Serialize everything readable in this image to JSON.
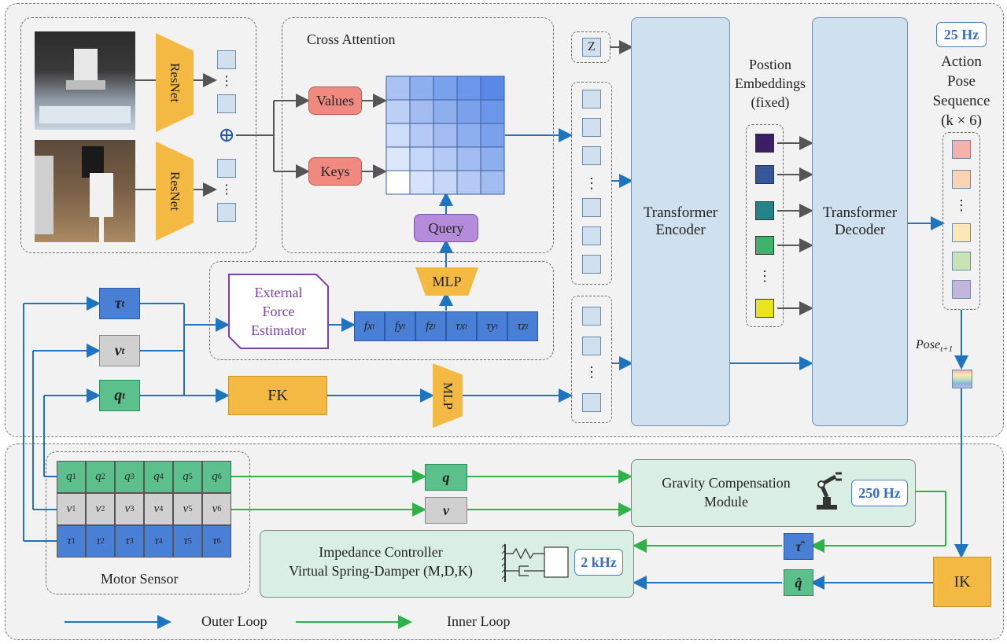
{
  "resnet_label": "ResNet",
  "dots_v": "⋮",
  "concat_symbol": "⊕",
  "cross_attention": {
    "title": "Cross Attention",
    "values": "Values",
    "keys": "Keys",
    "query": "Query",
    "mlp": "MLP"
  },
  "z_token": "Z",
  "transformer_encoder": [
    "Transformer",
    "Encoder"
  ],
  "transformer_decoder": [
    "Transformer",
    "Decoder"
  ],
  "position_embeddings": [
    "Postion",
    "Embeddings",
    "(fixed)"
  ],
  "position_colors": [
    "#3b1e66",
    "#35579a",
    "#25838a",
    "#3eb36b",
    "#e8e51f"
  ],
  "action": {
    "rate": "25 Hz",
    "label": [
      "Action",
      "Pose",
      "Sequence",
      "(k × 6)"
    ],
    "colors": [
      "#f6b1ad",
      "#fbd3b3",
      "#fbe6b8",
      "#c8e3b4",
      "#c3b6dc"
    ],
    "pose_label": "Pose",
    "pose_sub": "t+1"
  },
  "external_force": {
    "label": [
      "External",
      "Force",
      "Estimator"
    ],
    "cells": [
      {
        "main": "fx",
        "sub": "t"
      },
      {
        "main": "fy",
        "sub": "t"
      },
      {
        "main": "fz",
        "sub": "t"
      },
      {
        "main": "τx",
        "sub": "t"
      },
      {
        "main": "τy",
        "sub": "t"
      },
      {
        "main": "τz",
        "sub": "t"
      }
    ]
  },
  "states": {
    "tau": {
      "main": "τ",
      "sub": "t"
    },
    "v": {
      "main": "v",
      "sub": "t"
    },
    "q": {
      "main": "q",
      "sub": "t"
    }
  },
  "fk": "FK",
  "mlp2": "MLP",
  "motor_sensor": {
    "label": "Motor Sensor",
    "q": [
      "1",
      "2",
      "3",
      "4",
      "5",
      "6"
    ],
    "q_sym": "q",
    "v_sym": "v",
    "tau_sym": "τ"
  },
  "gravity": {
    "label": [
      "Gravity Compensation",
      "Module"
    ],
    "rate": "250 Hz"
  },
  "impedance": {
    "label": [
      "Impedance Controller",
      "Virtual Spring-Damper (M,D,K)"
    ],
    "rate": "2 kHz"
  },
  "q_sym": "q",
  "v_sym": "v",
  "tau_hat": "τ̂",
  "q_hat": "q̂",
  "ik": "IK",
  "legend": {
    "outer": "Outer Loop",
    "inner": "Inner Loop"
  },
  "colors": {
    "blue_arrow": "#1f74bf",
    "green_arrow": "#2db34a",
    "grey_arrow": "#555555",
    "tau_box": "#4a7fd6",
    "v_box": "#d0d0d0",
    "q_box": "#5cc08d"
  }
}
